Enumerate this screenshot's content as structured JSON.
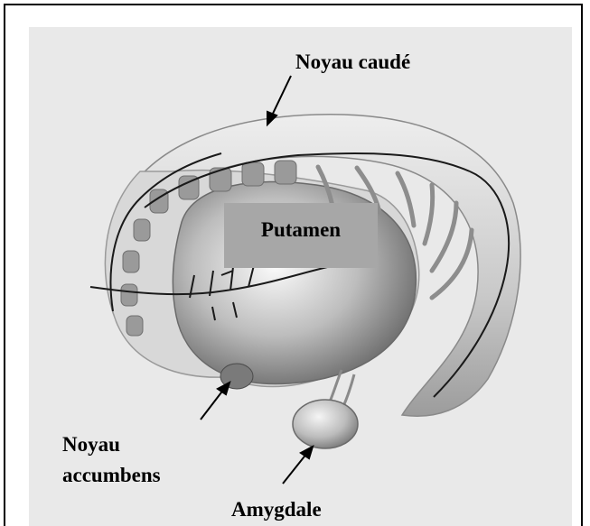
{
  "labels": {
    "caudate": "Noyau caudé",
    "putamen": "Putamen",
    "accumbens_line1": "Noyau",
    "accumbens_line2": "accumbens",
    "amygdala": "Amygdale"
  },
  "colors": {
    "panel_background": "#e9e9e9",
    "putamen_box": "#a7a7a7",
    "arrow": "#000000"
  }
}
